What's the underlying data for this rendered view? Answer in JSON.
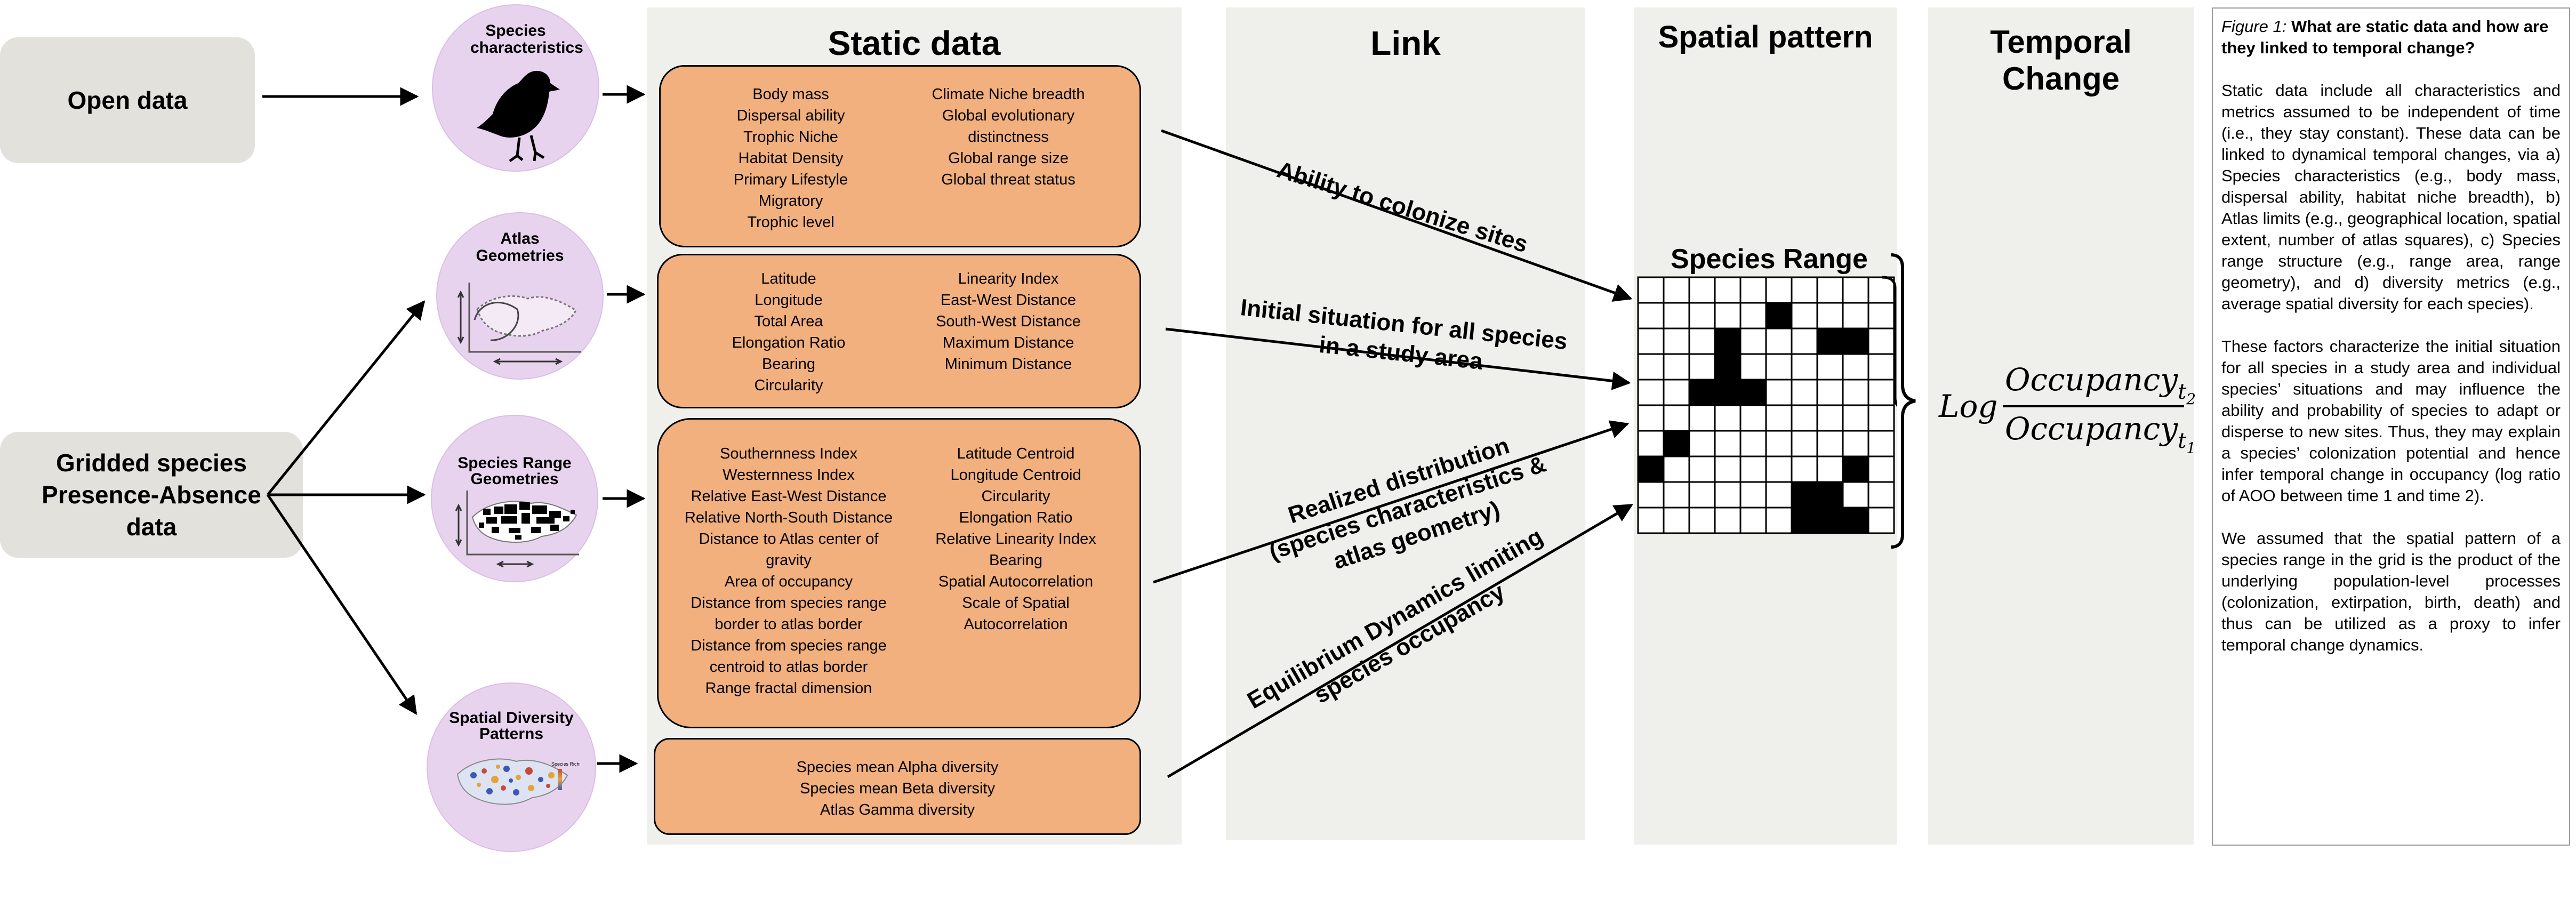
{
  "sources": {
    "open_data": "Open data",
    "gridded": "Gridded species Presence-Absence data"
  },
  "circles": {
    "species_characteristics": "Species characteristics",
    "atlas_geometries": "Atlas Geometries",
    "species_range_geometries": "Species Range Geometries",
    "spatial_diversity_patterns": "Spatial Diversity Patterns",
    "species_richness_legend": "Species Richness"
  },
  "panels": {
    "static_data": "Static data",
    "link": "Link",
    "spatial_pattern": "Spatial pattern",
    "temporal_change": "Temporal Change"
  },
  "boxes": {
    "species_chars": {
      "left": [
        "Body mass",
        "Dispersal ability",
        "Trophic Niche",
        "Habitat Density",
        "Primary Lifestyle",
        "Migratory",
        "Trophic level"
      ],
      "right": [
        "Climate Niche breadth",
        "Global evolutionary",
        "distinctness",
        "Global range size",
        "Global threat status"
      ]
    },
    "atlas": {
      "left": [
        "Latitude",
        "Longitude",
        "Total Area",
        "Elongation Ratio",
        "Bearing",
        "Circularity"
      ],
      "right": [
        "Linearity Index",
        "East-West Distance",
        "South-West Distance",
        "Maximum Distance",
        "Minimum Distance"
      ]
    },
    "range": {
      "left": [
        "Southernness Index",
        "Westernness Index",
        "Relative East-West Distance",
        "Relative North-South  Distance",
        "Distance to Atlas center of",
        "gravity",
        "Area of occupancy",
        "Distance from species range",
        "border to atlas border",
        "Distance from species range",
        "centroid to atlas border",
        "Range fractal dimension"
      ],
      "right": [
        "Latitude Centroid",
        "Longitude Centroid",
        "Circularity",
        "Elongation Ratio",
        "Relative Linearity Index",
        "Bearing",
        "Spatial Autocorrelation",
        "Scale of Spatial",
        "Autocorrelation"
      ]
    },
    "diversity": {
      "center": [
        "Species mean Alpha diversity",
        "Species  mean Beta diversity",
        "Atlas Gamma diversity"
      ]
    }
  },
  "links": {
    "colonize": [
      "Ability to colonize sites"
    ],
    "initial": [
      "Initial situation for all species",
      "in a study area"
    ],
    "realized": [
      "Realized distribution",
      "(species characteristics &",
      "atlas geometry)"
    ],
    "equilibrium": [
      "Equilibrium Dynamics limiting",
      "species occupancy"
    ]
  },
  "species_range": {
    "label": "Species Range",
    "grid_rows": [
      "0000000000",
      "0000010000",
      "0001000110",
      "0001000000",
      "0011100000",
      "0000000000",
      "0100000000",
      "1000000010",
      "0000001100",
      "0000001110"
    ]
  },
  "formula": {
    "log": "Log",
    "numerator": "Occupancy",
    "numerator_sub": "t",
    "numerator_subsub": "2",
    "denominator": "Occupancy",
    "denominator_sub": "t",
    "denominator_subsub": "1"
  },
  "caption": {
    "fig_label": "Figure 1:",
    "title": "What are static data and how are they linked to temporal change?",
    "p1": "Static data include all characteristics and metrics assumed to be independent of time (i.e., they stay constant). These data can be linked to dynamical temporal changes, via a) Species characteristics (e.g., body mass, dispersal ability, habitat niche breadth), b) Atlas limits (e.g., geographical location, spatial extent, number of atlas squares), c) Species range structure (e.g., range area, range geometry), and d) diversity metrics (e.g., average spatial diversity for each species).",
    "p2": "These factors characterize the initial situation for all species in a study area and individual species’ situations and may influence the ability and probability of species to adapt or disperse to new sites. Thus, they may explain a species’ colonization potential and hence infer temporal change in occupancy (log ratio of AOO between time 1 and time 2).",
    "p3": "We assumed that the spatial pattern of a species range in the grid is the product of the underlying population-level processes (colonization, extirpation, birth, death) and thus can be utilized as a proxy to infer temporal change dynamics."
  },
  "colors": {
    "panel": "#efefeb",
    "source_box": "#e2e1dc",
    "circle": "#e8d3ef",
    "orange_box": "#f2b07e"
  }
}
